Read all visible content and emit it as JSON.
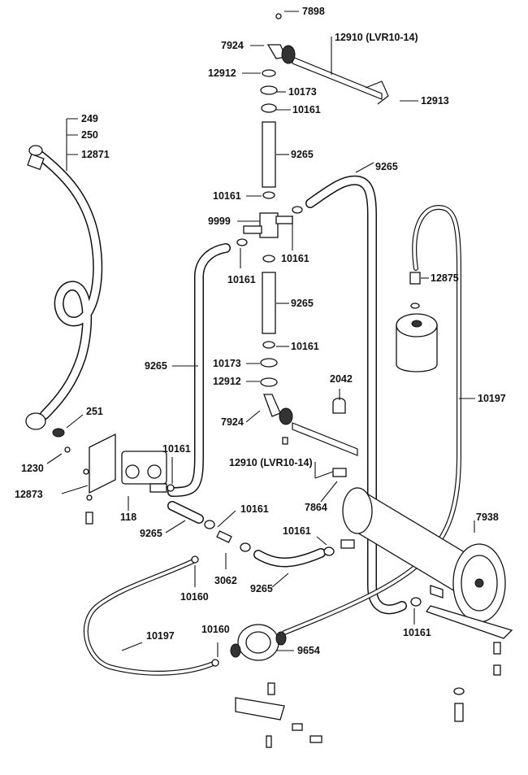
{
  "diagram": {
    "labels": {
      "p7898": "7898",
      "p7924_top": "7924",
      "p12910_top": "12910 (LVR10-14)",
      "p12912_top": "12912",
      "p10173_top": "10173",
      "p10161_a": "10161",
      "p12913": "12913",
      "p249": "249",
      "p250": "250",
      "p12871": "12871",
      "p9265_top": "9265",
      "p9265_right": "9265",
      "p10161_b": "10161",
      "p9999": "9999",
      "p10161_c": "10161",
      "p10161_d": "10161",
      "p12875": "12875",
      "p9265_mid": "9265",
      "p9265_left": "9265",
      "p10173_mid": "10173",
      "p10161_e": "10161",
      "p12912_mid": "12912",
      "p2042": "2042",
      "p10197_right": "10197",
      "p251": "251",
      "p7924_mid": "7924",
      "p10161_f": "10161",
      "p1230": "1230",
      "p12910_mid": "12910 (LVR10-14)",
      "p12873": "12873",
      "p118": "118",
      "p7864": "7864",
      "p7938": "7938",
      "p10161_g": "10161",
      "p9265_bottom": "9265",
      "p10161_h": "10161",
      "p10160_a": "10160",
      "p3062": "3062",
      "p9265_low": "9265",
      "p10161_i": "10161",
      "p10160_b": "10160",
      "p10197_left": "10197",
      "p9654": "9654"
    }
  }
}
